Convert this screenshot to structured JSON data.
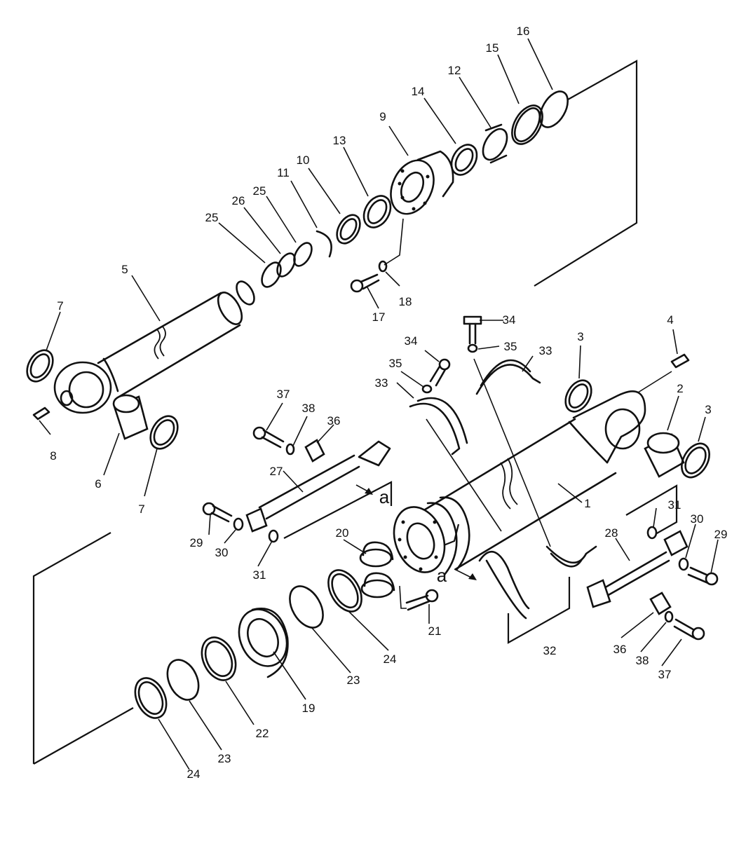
{
  "figure": {
    "type": "exploded parts diagram",
    "subject": "hydraulic cylinder assembly"
  },
  "ref_marks": [
    "a",
    "a"
  ],
  "callouts": [
    "1",
    "2",
    "3",
    "3",
    "4",
    "5",
    "6",
    "7",
    "7",
    "8",
    "9",
    "10",
    "11",
    "12",
    "13",
    "14",
    "15",
    "16",
    "17",
    "18",
    "19",
    "20",
    "21",
    "22",
    "23",
    "23",
    "24",
    "24",
    "25",
    "25",
    "26",
    "27",
    "28",
    "29",
    "29",
    "30",
    "30",
    "31",
    "31",
    "32",
    "33",
    "33",
    "34",
    "34",
    "35",
    "35",
    "36",
    "36",
    "37",
    "37",
    "38",
    "38"
  ]
}
